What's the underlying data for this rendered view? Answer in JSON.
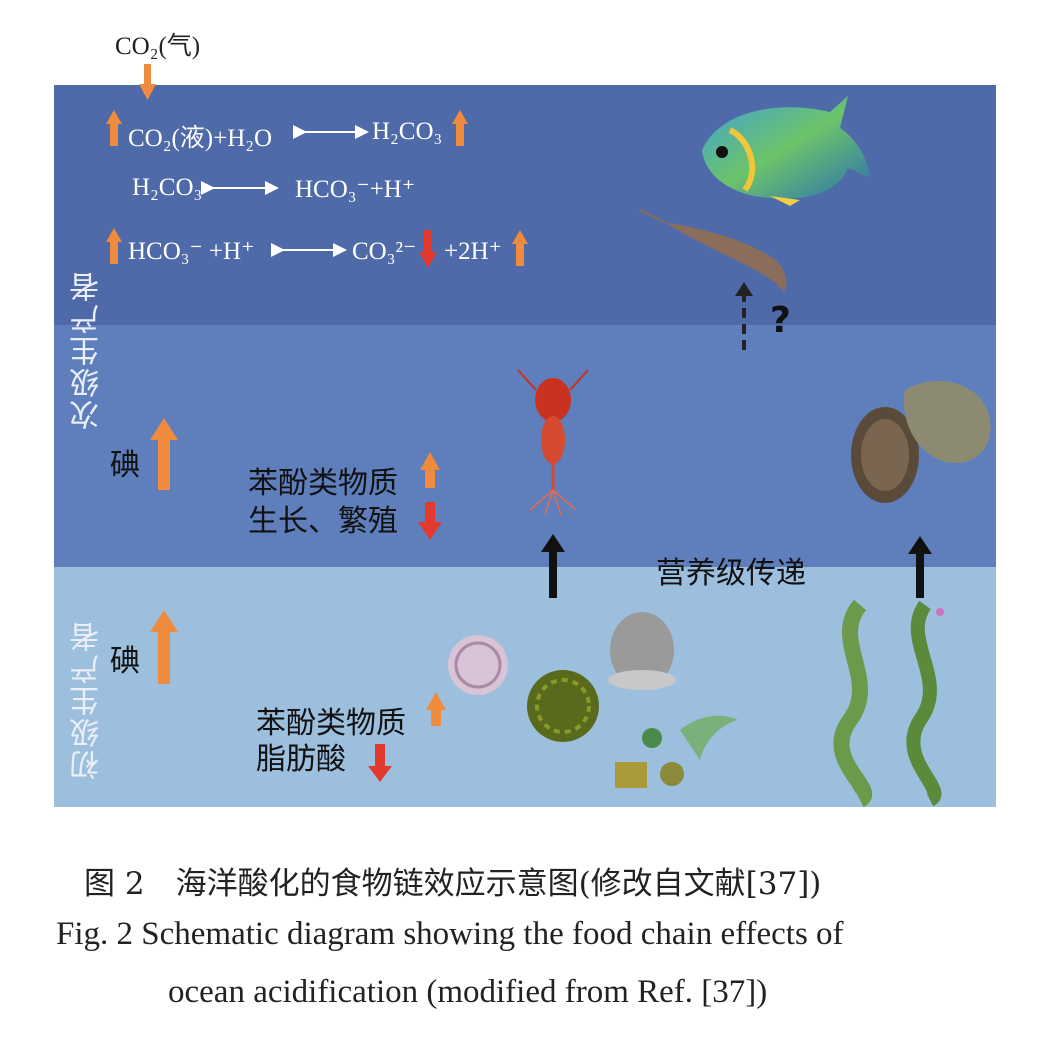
{
  "top_label": "CO₂(气)",
  "eq1": {
    "left": "CO₂(液)+H₂O",
    "right": "H₂CO₃"
  },
  "eq2": {
    "left": "H₂CO₃",
    "right": "HCO₃⁻+H⁺"
  },
  "eq3": {
    "left": "HCO₃⁻ +H⁺",
    "mid": "CO₃²⁻",
    "right": "+2H⁺"
  },
  "question": "?",
  "secondary_label": "次级生产者",
  "primary_label": "初级生产者",
  "iodine_mid": "碘",
  "iodine_bot": "碘",
  "mid_text1": "苯酚类物质",
  "mid_text2": "生长、繁殖",
  "trophic": "营养级传递",
  "bot_text1": "苯酚类物质",
  "bot_text2": "脂肪酸",
  "caption_cn": "图 2　海洋酸化的食物链效应示意图(修改自文献[37])",
  "caption_en1": "Fig. 2  Schematic diagram showing the food chain effects of",
  "caption_en2": "ocean acidification (modified from Ref. [37])",
  "colors": {
    "up": "#f08a3c",
    "down": "#e23b2e",
    "band_top": "#4f6aa8",
    "band_mid": "#5f7fbc",
    "band_bot": "#9dbfde"
  }
}
